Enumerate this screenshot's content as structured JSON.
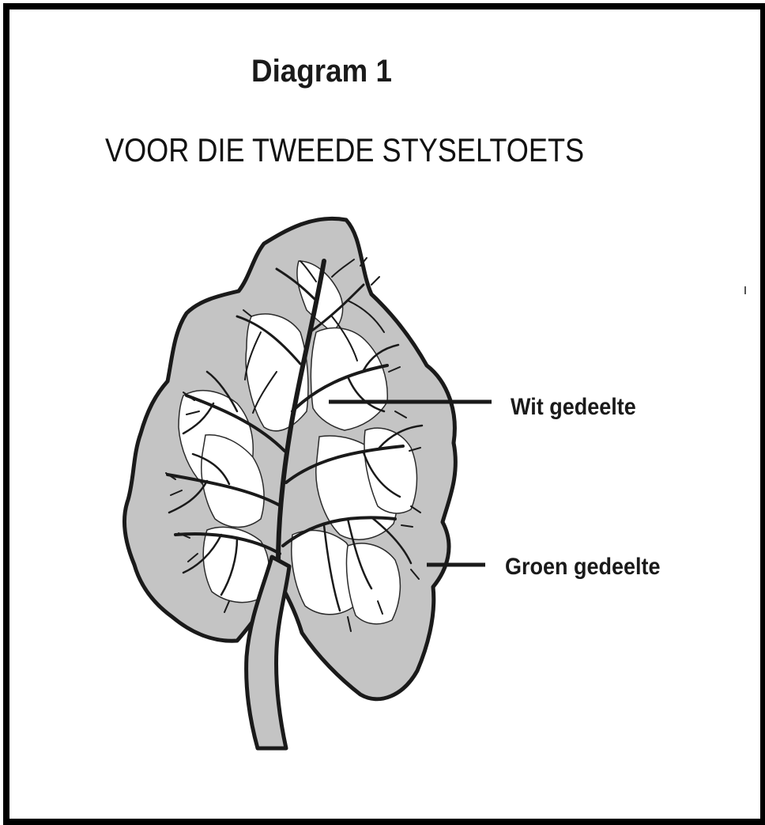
{
  "diagram": {
    "title": "Diagram 1",
    "subtitle": "VOOR DIE TWEEDE STYSELTOETS",
    "labels": {
      "white_part": "Wit gedeelte",
      "green_part": "Groen gedeelte"
    },
    "colors": {
      "green_region": "#c4c4c4",
      "white_region": "#ffffff",
      "outline": "#1a1a1a"
    }
  }
}
